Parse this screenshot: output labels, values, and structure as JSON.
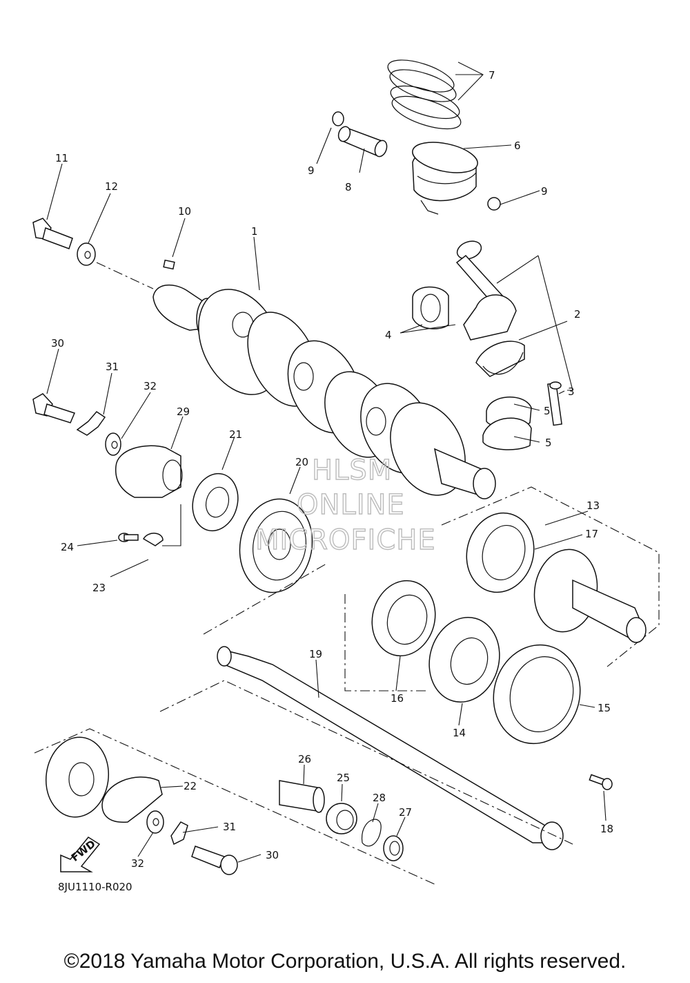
{
  "diagram": {
    "part_code": "8JU1110-R020",
    "fwd_label": "FWD",
    "watermark": [
      "HLSM",
      "ONLINE",
      "MICROFICHE"
    ],
    "copyright": "©2018 Yamaha Motor Corporation, U.S.A. All rights reserved.",
    "callouts": {
      "c1": "1",
      "c2": "2",
      "c3": "3",
      "c4": "4",
      "c5a": "5",
      "c5b": "5",
      "c6": "6",
      "c7": "7",
      "c8": "8",
      "c9a": "9",
      "c9b": "9",
      "c10": "10",
      "c11": "11",
      "c12": "12",
      "c13": "13",
      "c14": "14",
      "c15": "15",
      "c16": "16",
      "c17": "17",
      "c18": "18",
      "c19": "19",
      "c20": "20",
      "c21": "21",
      "c22": "22",
      "c23": "23",
      "c24": "24",
      "c25": "25",
      "c26": "26",
      "c27": "27",
      "c28": "28",
      "c29": "29",
      "c30a": "30",
      "c30b": "30",
      "c31a": "31",
      "c31b": "31",
      "c32a": "32",
      "c32b": "32"
    }
  }
}
